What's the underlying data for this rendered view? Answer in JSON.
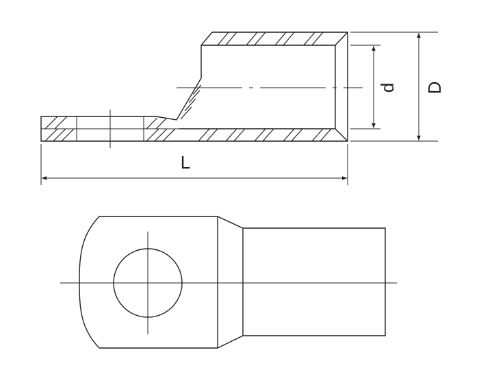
{
  "drawing": {
    "labels": {
      "length": "L",
      "inner_diameter": "d",
      "outer_diameter": "D"
    },
    "colors": {
      "line": "#231f20",
      "background": "#ffffff"
    }
  }
}
